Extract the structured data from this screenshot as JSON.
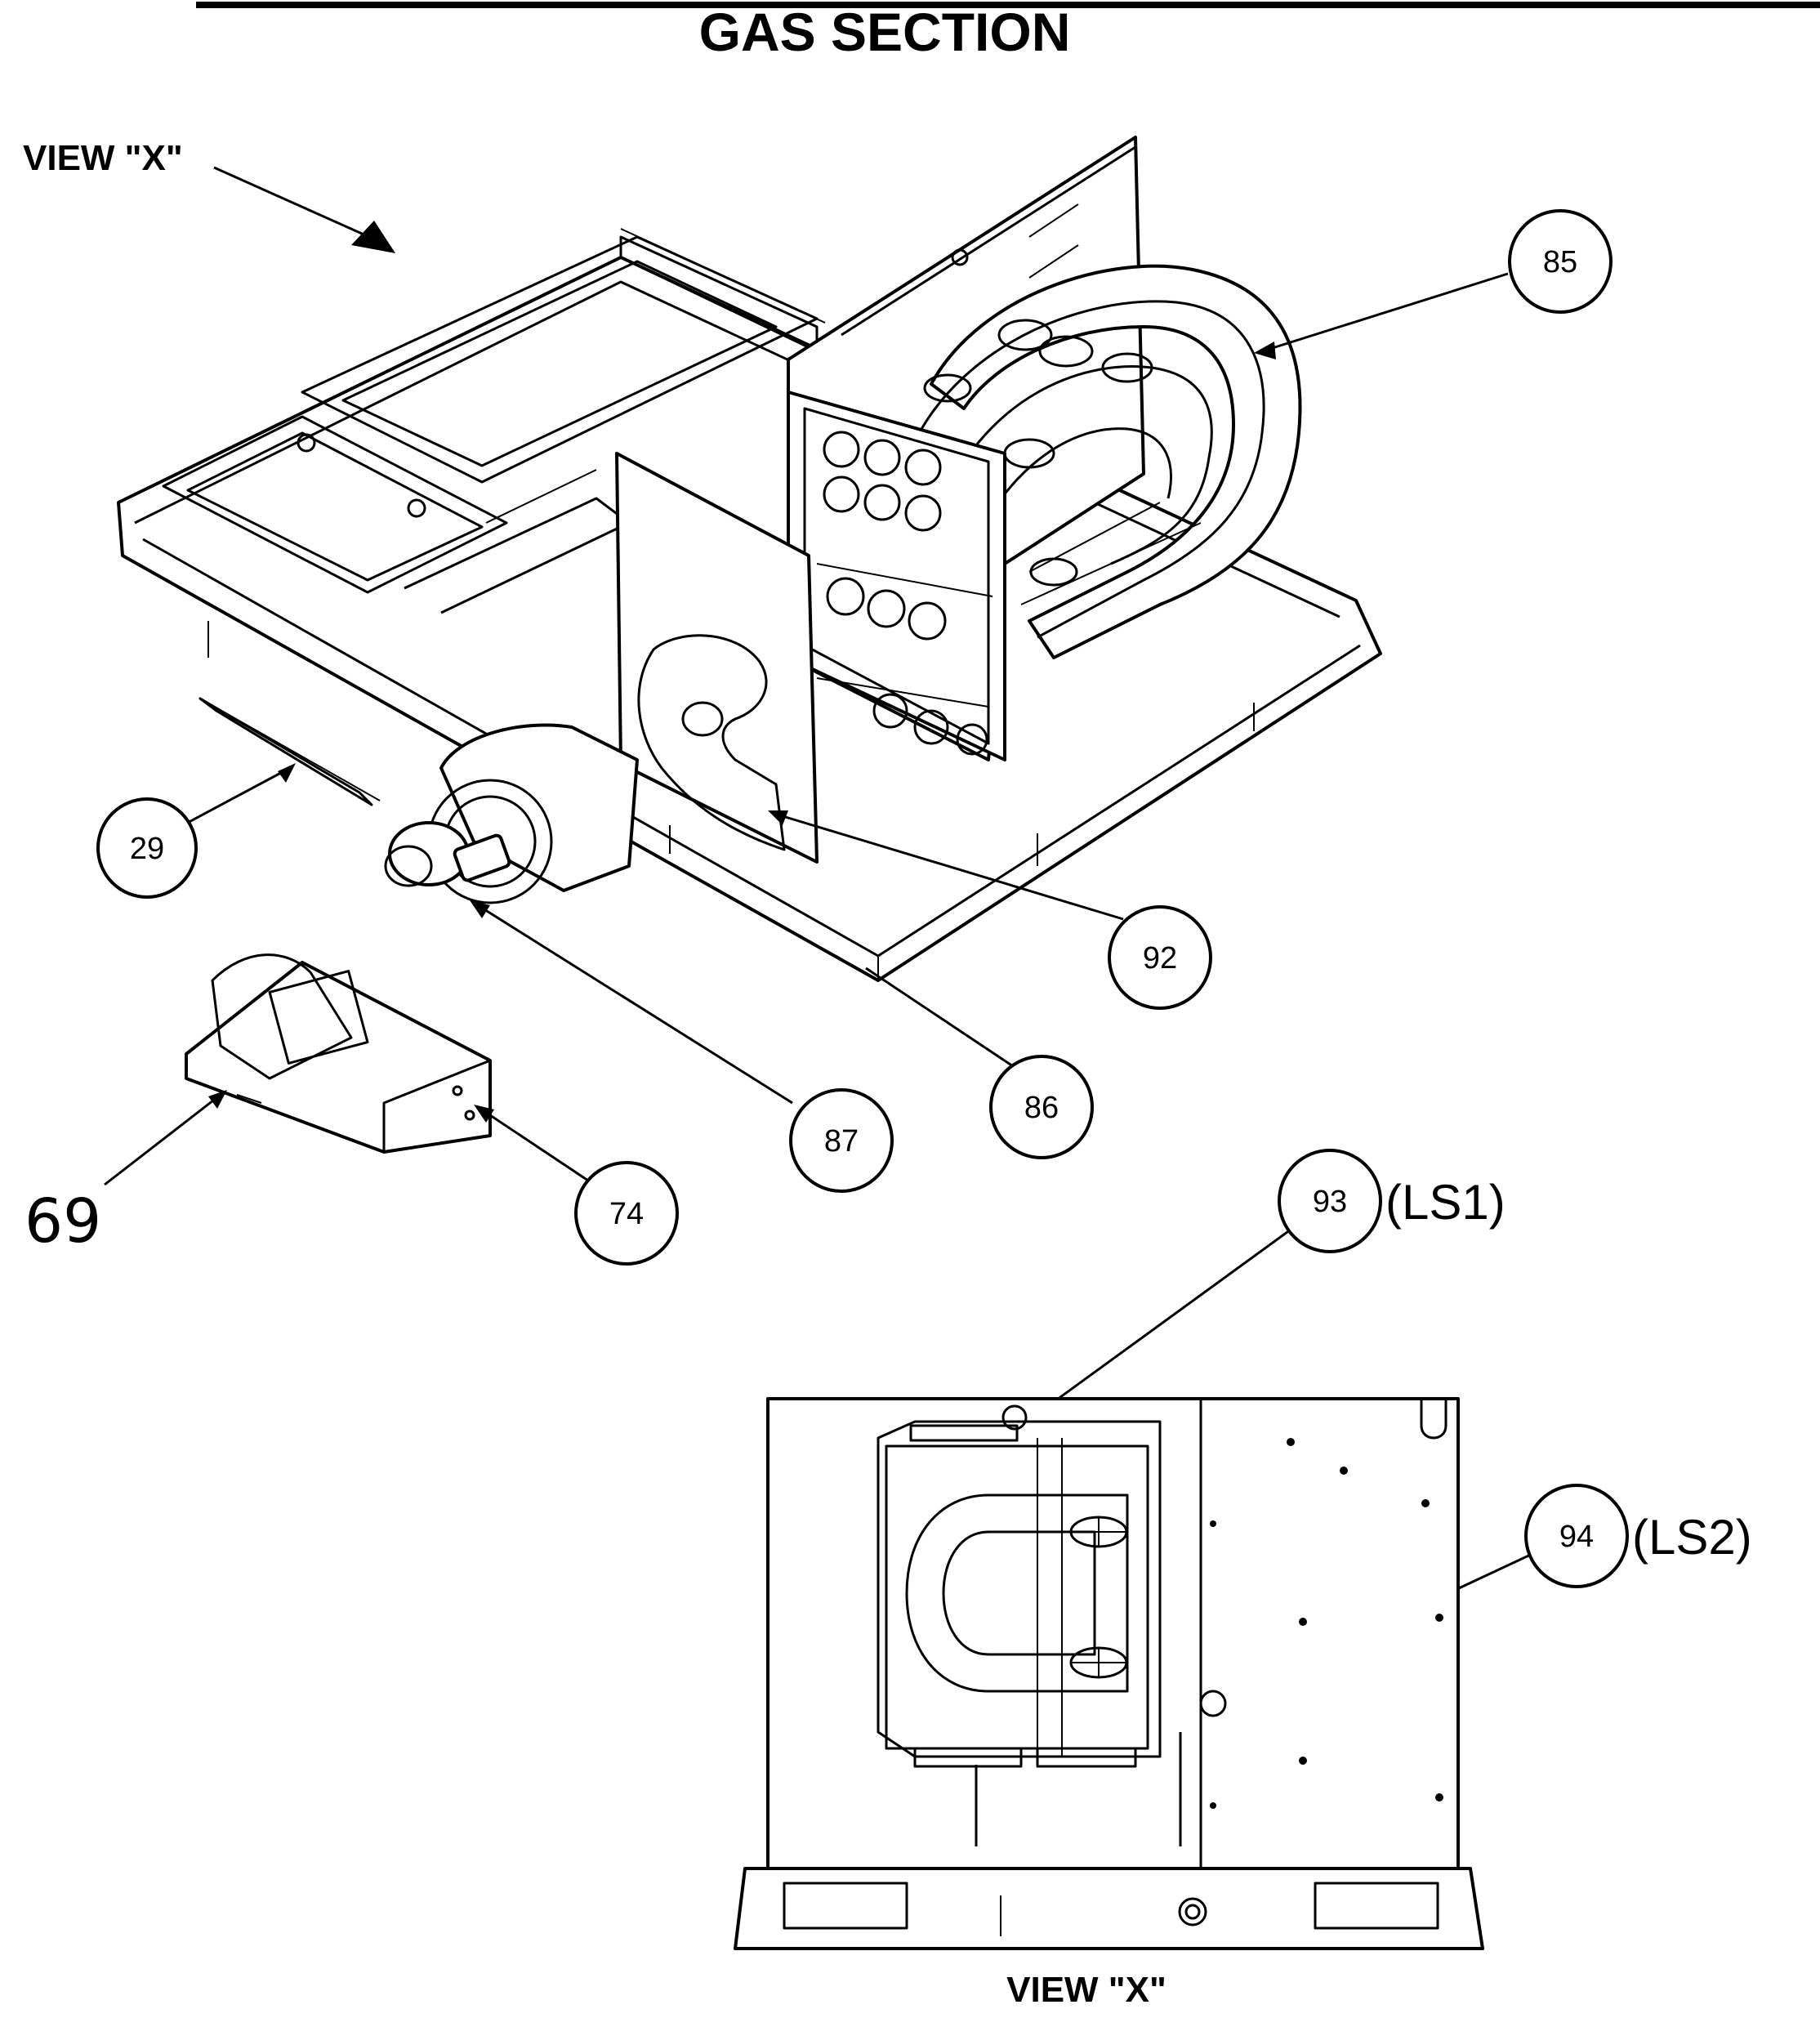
{
  "title": "GAS SECTION",
  "view_label_top": "VIEW \"X\"",
  "view_label_bottom": "VIEW \"X\"",
  "handwritten_callout": "69",
  "callouts": {
    "c85": "85",
    "c29": "29",
    "c92": "92",
    "c86": "86",
    "c87": "87",
    "c74": "74",
    "c93": "93",
    "c94": "94"
  },
  "callout_suffixes": {
    "c93": "(LS1)",
    "c94": "(LS2)"
  }
}
